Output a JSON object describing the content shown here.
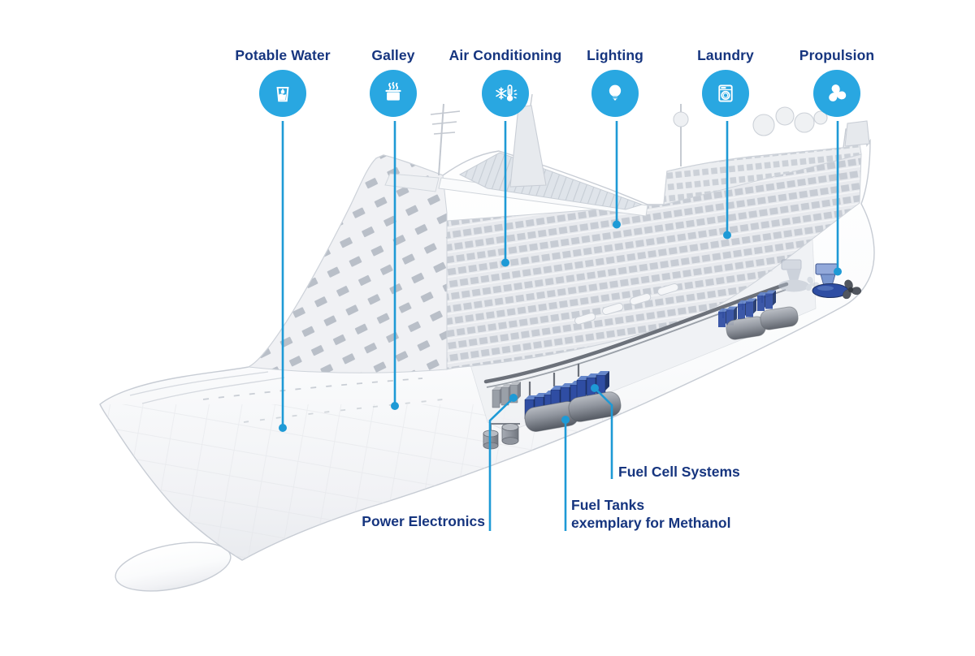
{
  "colors": {
    "icon_blue": "#29a7e1",
    "leader_line_blue": "#1e9ad6",
    "label_navy": "#16357f",
    "fuel_cell_blue": "#2f4da3",
    "equipment_gray": "#868b94"
  },
  "consumers": [
    {
      "label": "Potable Water",
      "icon": "potable-water-icon"
    },
    {
      "label": "Galley",
      "icon": "galley-pot-icon"
    },
    {
      "label": "Air Conditioning",
      "icon": "air-conditioning-icon"
    },
    {
      "label": "Lighting",
      "icon": "lighting-bulb-icon"
    },
    {
      "label": "Laundry",
      "icon": "laundry-machine-icon"
    },
    {
      "label": "Propulsion",
      "icon": "propeller-icon"
    }
  ],
  "systems": {
    "power_electronics": {
      "label": "Power Electronics"
    },
    "fuel_tanks": {
      "label_line1": "Fuel Tanks",
      "label_line2": "exemplary for Methanol"
    },
    "fuel_cells": {
      "label": "Fuel Cell Systems"
    }
  }
}
